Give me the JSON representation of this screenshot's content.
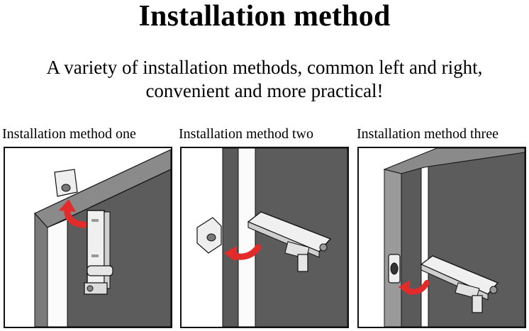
{
  "title": "Installation method",
  "subtitle": {
    "line1": "A variety of installation methods, common left and right,",
    "line2": "convenient and more practical!"
  },
  "panels": [
    {
      "label": "Installation method one"
    },
    {
      "label": "Installation method two"
    },
    {
      "label": "Installation method three"
    }
  ],
  "colors": {
    "door": "#5a5a5a",
    "frame": "#8e8e8e",
    "arrow": "#e32b2b",
    "hardware": "#e8e8e8"
  },
  "icons": [
    "latch-bolt-icon",
    "strike-plate-icon",
    "red-arrow-icon"
  ]
}
